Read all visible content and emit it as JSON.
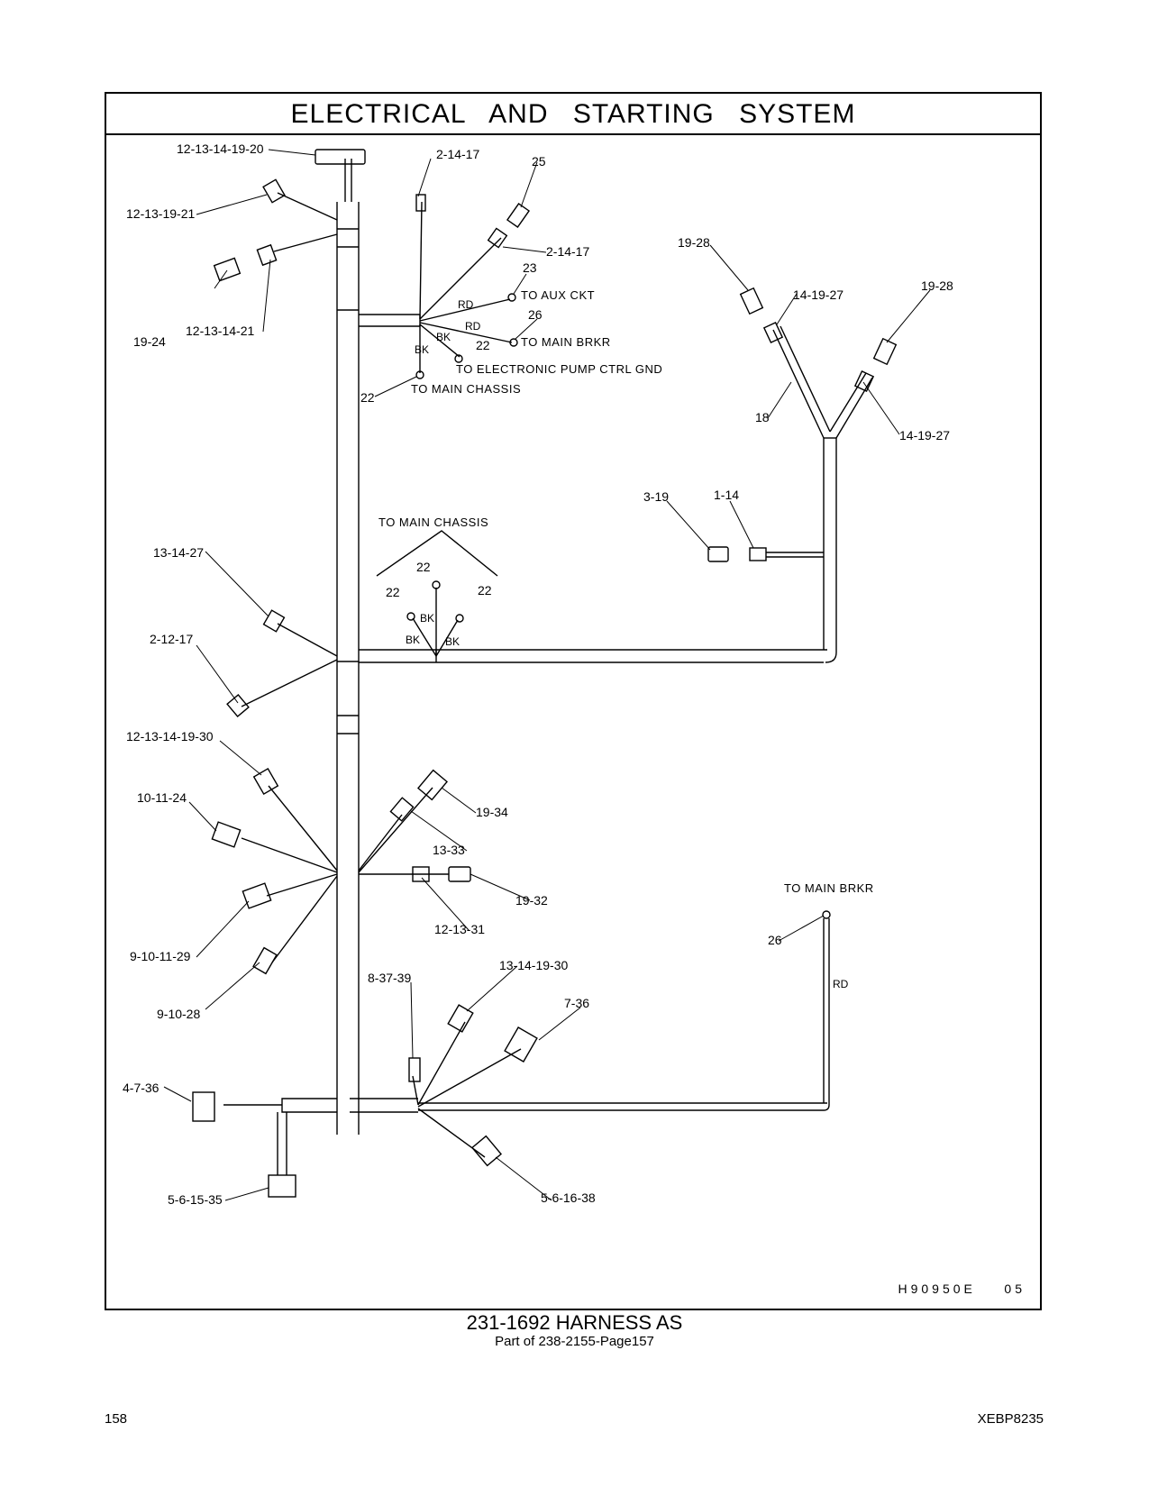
{
  "title": "ELECTRICAL AND STARTING SYSTEM",
  "labels": [
    "12-13-14-19-20",
    "2-14-17",
    "25",
    "12-13-19-21",
    "2-14-17",
    "23",
    "19-24",
    "12-13-14-21",
    "26",
    "22",
    "22",
    "19-28",
    "14-19-27",
    "19-28",
    "18",
    "14-19-27",
    "3-19",
    "1-14",
    "22",
    "22",
    "22",
    "13-14-27",
    "2-12-17",
    "12-13-14-19-30",
    "10-11-24",
    "19-34",
    "13-33",
    "19-32",
    "12-13-31",
    "9-10-11-29",
    "9-10-28",
    "8-37-39",
    "13-14-19-30",
    "7-36",
    "26",
    "4-7-36",
    "5-6-15-35",
    "5-6-16-38"
  ],
  "notes": [
    "TO AUX CKT",
    "TO MAIN BRKR",
    "TO ELECTRONIC PUMP CTRL GND",
    "TO MAIN CHASSIS",
    "TO MAIN CHASSIS",
    "TO MAIN BRKR"
  ],
  "wire_colors": [
    "RD",
    "RD",
    "BK",
    "BK",
    "BK",
    "BK",
    "BK",
    "RD"
  ],
  "drawing_id": "H90950E",
  "drawing_rev": "05",
  "caption": {
    "title": "231-1692 HARNESS AS",
    "subtitle": "Part of 238-2155-Page157"
  },
  "footer": {
    "page_number": "158",
    "doc_id": "XEBP8235"
  }
}
